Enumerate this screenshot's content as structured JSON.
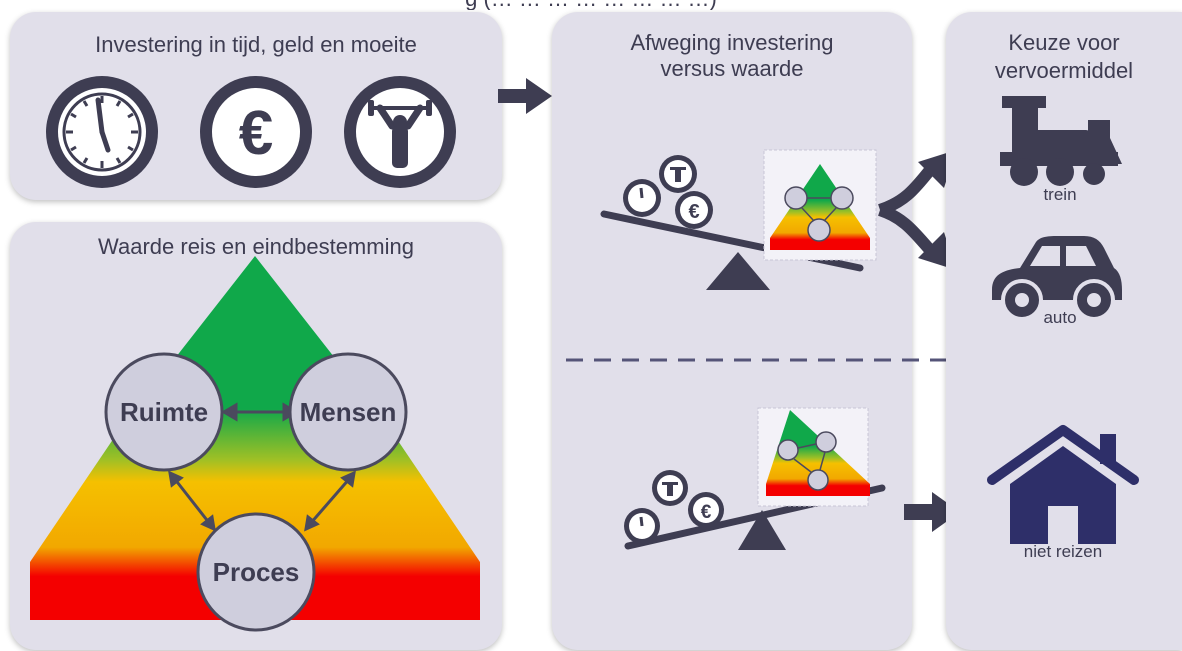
{
  "header_fragment": "g (… … … … … … … …)",
  "investment": {
    "title": "Investering in tijd, geld en moeite",
    "icons": [
      "clock-icon",
      "euro-icon",
      "weightlifter-icon"
    ]
  },
  "value": {
    "title": "Waarde reis en eindbestemming",
    "nodes": {
      "ruimte": "Ruimte",
      "mensen": "Mensen",
      "proces": "Proces"
    }
  },
  "weighing": {
    "title_line1": "Afweging investering",
    "title_line2": "versus waarde"
  },
  "choice": {
    "title_line1": "Keuze voor",
    "title_line2": "vervoermiddel",
    "options": {
      "train": "trein",
      "car": "auto",
      "home": "niet reizen"
    }
  },
  "colors": {
    "panel": "#e1dfea",
    "dark": "#3e3d52",
    "green": "#10a84a",
    "yellow": "#f5c000",
    "red": "#f40000",
    "node_fill": "#cfcedd",
    "house": "#2e2f69"
  }
}
